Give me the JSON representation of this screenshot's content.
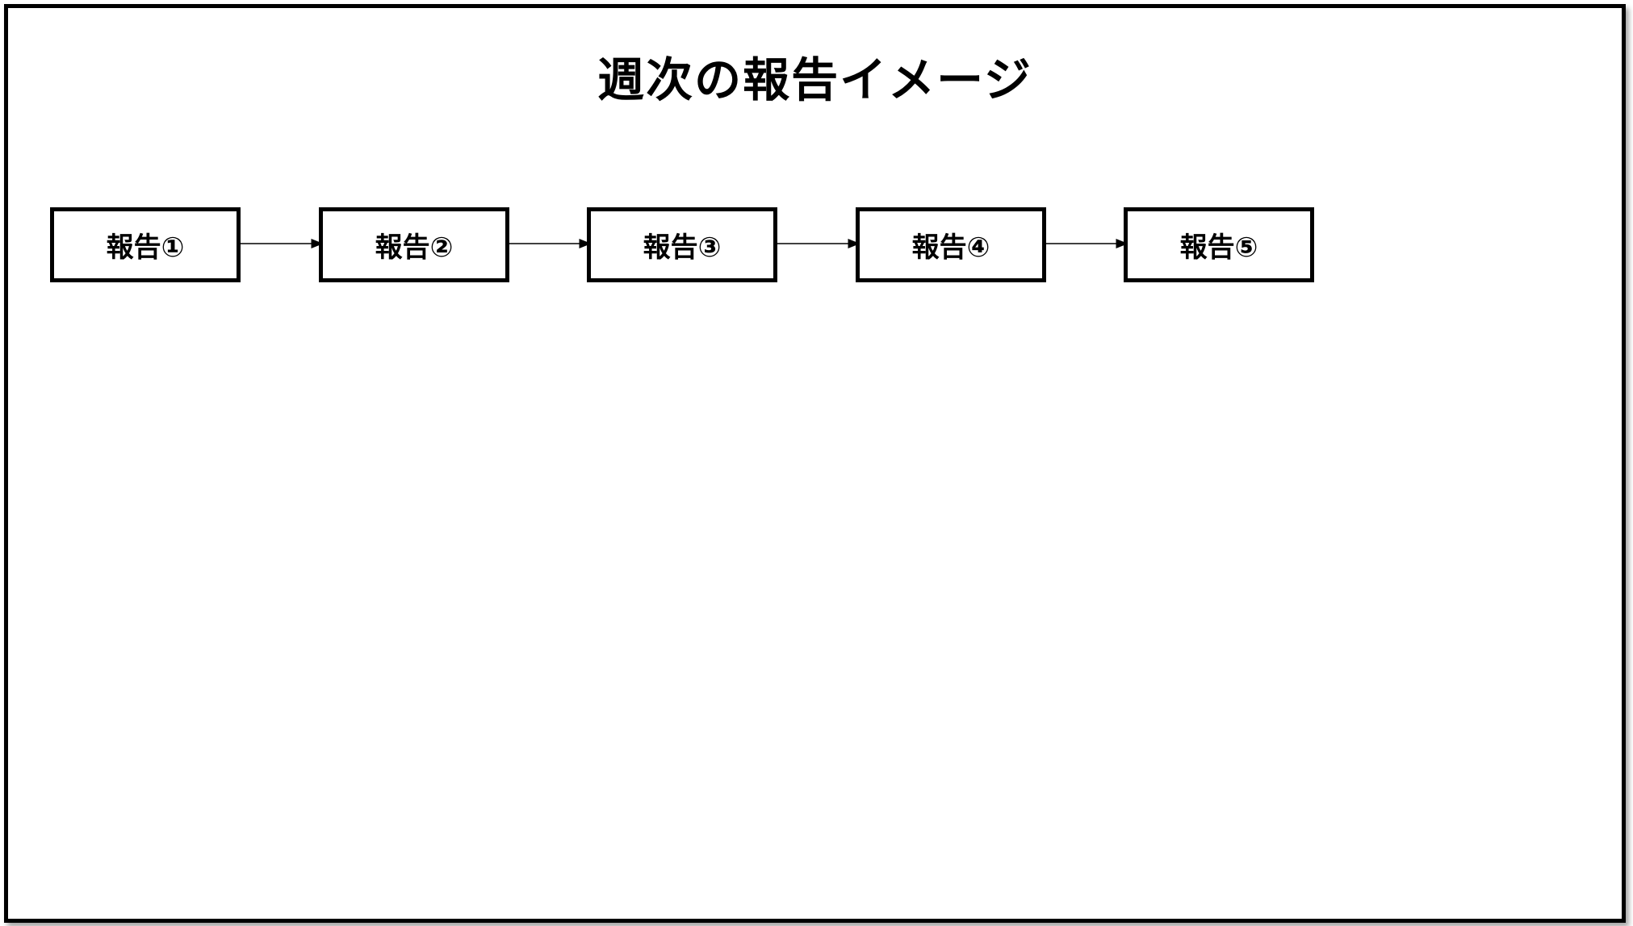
{
  "diagram": {
    "title": "週次の報告イメージ",
    "nodes": [
      {
        "label": "報告①"
      },
      {
        "label": "報告②"
      },
      {
        "label": "報告③"
      },
      {
        "label": "報告④"
      },
      {
        "label": "報告⑤"
      }
    ],
    "edges": [
      {
        "from": "報告①",
        "to": "報告②"
      },
      {
        "from": "報告②",
        "to": "報告③"
      },
      {
        "from": "報告③",
        "to": "報告④"
      },
      {
        "from": "報告④",
        "to": "報告⑤"
      }
    ],
    "colors": {
      "border": "#000000",
      "background": "#ffffff"
    }
  }
}
